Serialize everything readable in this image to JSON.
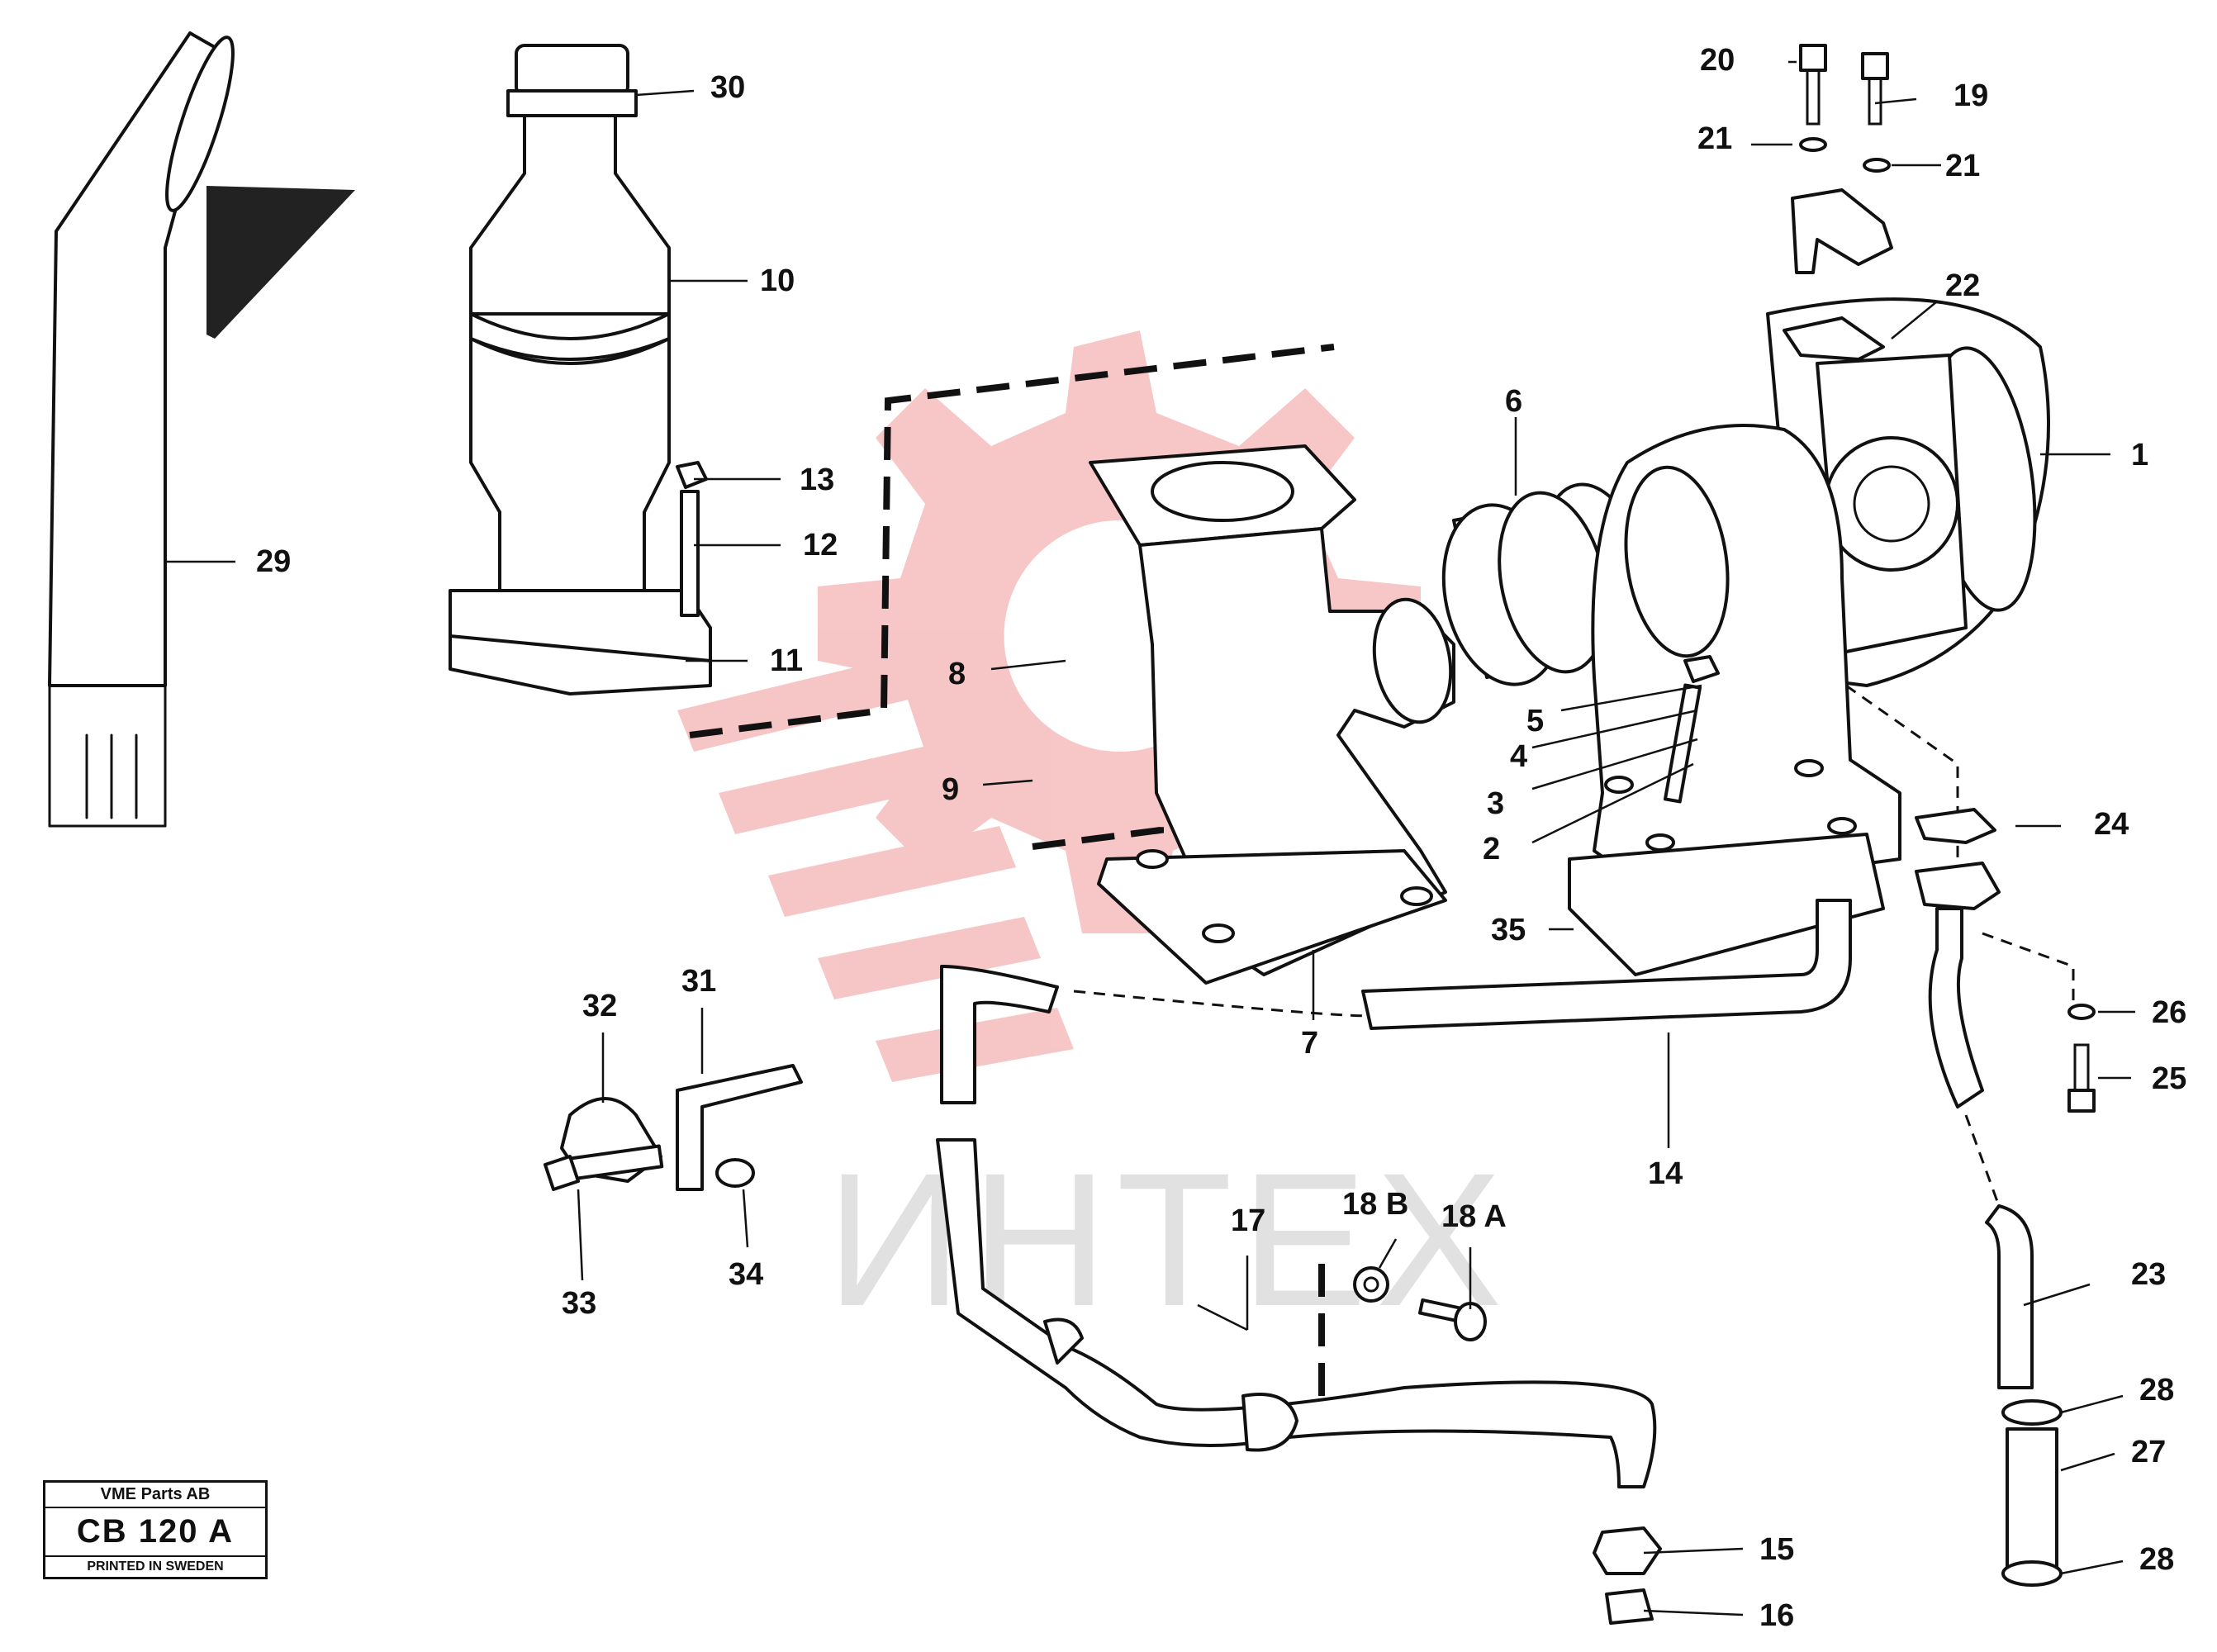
{
  "diagram": {
    "callouts": [
      {
        "id": "1",
        "label": "1"
      },
      {
        "id": "2",
        "label": "2"
      },
      {
        "id": "3",
        "label": "3"
      },
      {
        "id": "4",
        "label": "4"
      },
      {
        "id": "5",
        "label": "5"
      },
      {
        "id": "6",
        "label": "6"
      },
      {
        "id": "7",
        "label": "7"
      },
      {
        "id": "8",
        "label": "8"
      },
      {
        "id": "9",
        "label": "9"
      },
      {
        "id": "10",
        "label": "10"
      },
      {
        "id": "11",
        "label": "11"
      },
      {
        "id": "12",
        "label": "12"
      },
      {
        "id": "13",
        "label": "13"
      },
      {
        "id": "14",
        "label": "14"
      },
      {
        "id": "15",
        "label": "15"
      },
      {
        "id": "16",
        "label": "16"
      },
      {
        "id": "17",
        "label": "17"
      },
      {
        "id": "18A",
        "label": "18 A"
      },
      {
        "id": "18B",
        "label": "18 B"
      },
      {
        "id": "19",
        "label": "19"
      },
      {
        "id": "20",
        "label": "20"
      },
      {
        "id": "21a",
        "label": "21"
      },
      {
        "id": "21b",
        "label": "21"
      },
      {
        "id": "22",
        "label": "22"
      },
      {
        "id": "23",
        "label": "23"
      },
      {
        "id": "24",
        "label": "24"
      },
      {
        "id": "25",
        "label": "25"
      },
      {
        "id": "26",
        "label": "26"
      },
      {
        "id": "27",
        "label": "27"
      },
      {
        "id": "28a",
        "label": "28"
      },
      {
        "id": "28b",
        "label": "28"
      },
      {
        "id": "29",
        "label": "29"
      },
      {
        "id": "30",
        "label": "30"
      },
      {
        "id": "31",
        "label": "31"
      },
      {
        "id": "32",
        "label": "32"
      },
      {
        "id": "33",
        "label": "33"
      },
      {
        "id": "34",
        "label": "34"
      },
      {
        "id": "35",
        "label": "35"
      }
    ]
  },
  "watermark": {
    "text": "ИНТЕХ",
    "gear_color": "#f4b4b4",
    "text_color": "#d8d8d8"
  },
  "title_block": {
    "company": "VME Parts AB",
    "code": "CB 120 A",
    "printed": "PRINTED IN SWEDEN"
  }
}
